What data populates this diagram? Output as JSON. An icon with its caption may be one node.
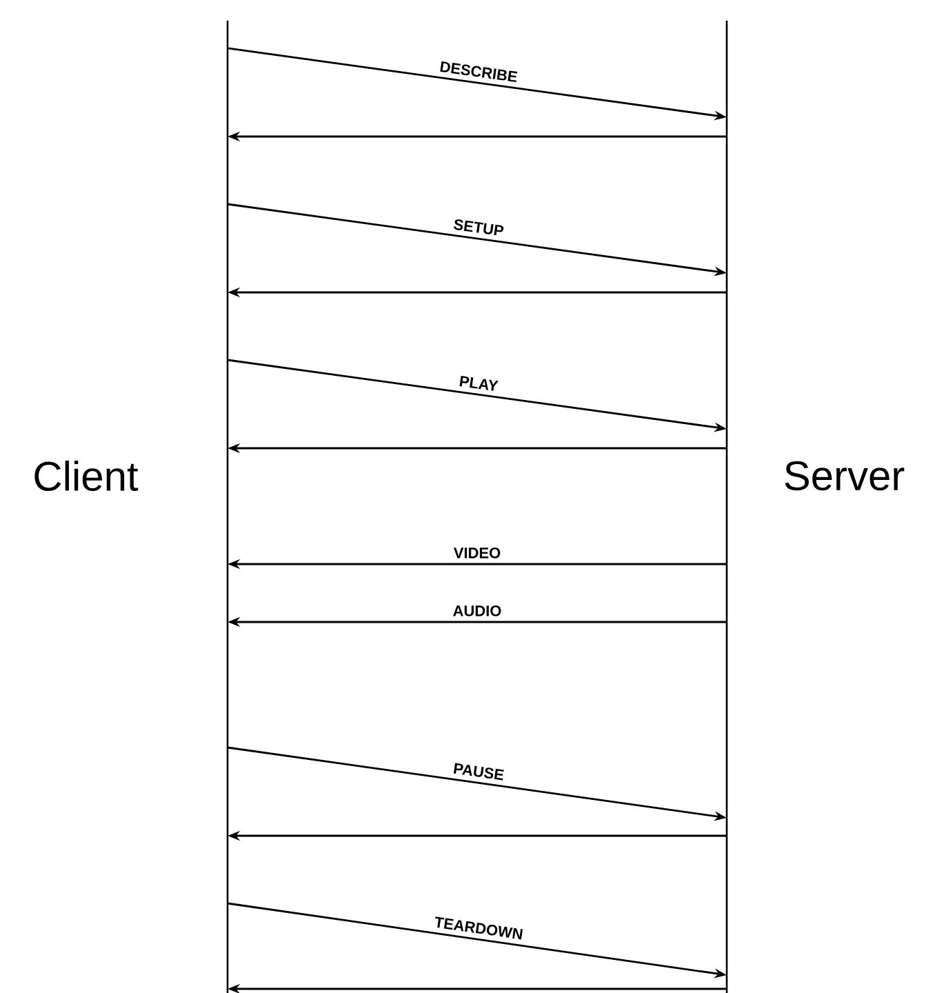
{
  "diagram": {
    "nodes": [
      {
        "text": [],
        "shape": "bar",
        "beside": [
          "Client"
        ]
      },
      {
        "text": [],
        "shape": "bar",
        "beside": [
          "Server"
        ]
      }
    ],
    "edges": [
      {
        "from": 0,
        "to": 1,
        "arrow": "to",
        "label": "DESCRIBE"
      },
      {
        "from": 1,
        "to": 0,
        "arrow": "to"
      },
      {
        "from": 0,
        "to": 1,
        "arrow": "to",
        "label": "SETUP"
      },
      {
        "from": 1,
        "to": 0,
        "arrow": "to"
      },
      {
        "from": 0,
        "to": 1,
        "arrow": "to",
        "label": "PLAY"
      },
      {
        "from": 1,
        "to": 0,
        "arrow": "to"
      },
      {
        "from": 1,
        "to": 0,
        "arrow": "to",
        "label": "VIDEO"
      },
      {
        "from": 1,
        "to": 0,
        "arrow": "to",
        "label": "AUDIO"
      },
      {
        "from": 0,
        "to": 1,
        "arrow": "to",
        "label": "PAUSE"
      },
      {
        "from": 1,
        "to": 0,
        "arrow": "to"
      },
      {
        "from": 0,
        "to": 1,
        "arrow": "to",
        "label": "TEARDOWN"
      },
      {
        "from": 1,
        "to": 0,
        "arrow": "to"
      }
    ]
  }
}
